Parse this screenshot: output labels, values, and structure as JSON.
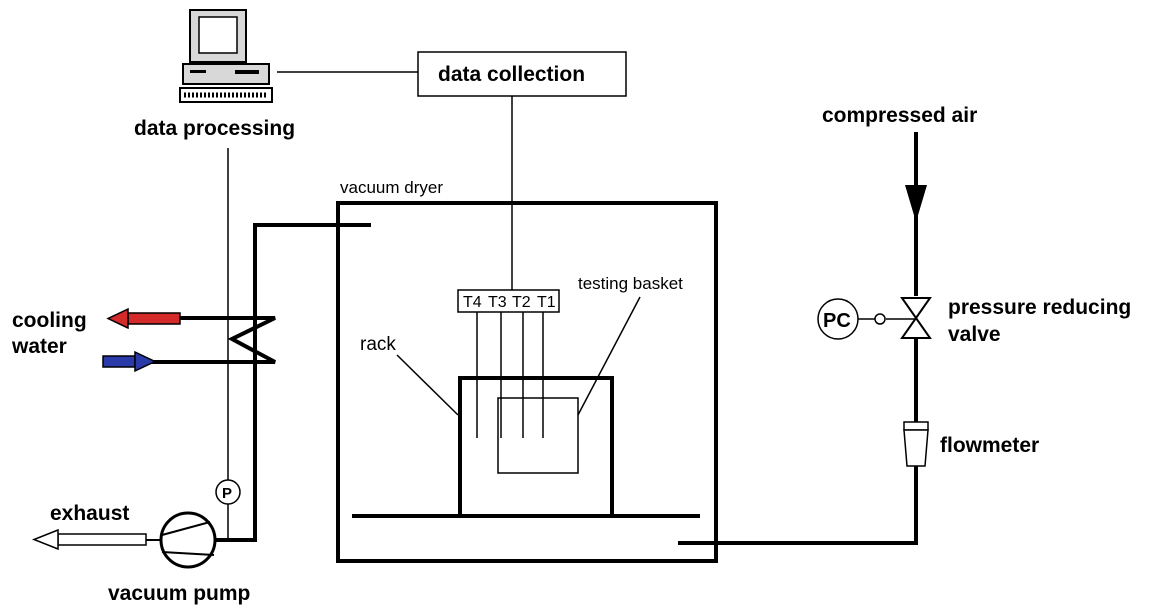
{
  "labels": {
    "data_processing": "data processing",
    "data_collection": "data collection",
    "vacuum_dryer": "vacuum dryer",
    "compressed_air": "compressed air",
    "testing_basket": "testing basket",
    "rack": "rack",
    "cooling": "cooling",
    "water": "water",
    "pressure_reducing": "pressure reducing",
    "valve": "valve",
    "flowmeter": "flowmeter",
    "exhaust": "exhaust",
    "vacuum_pump": "vacuum pump",
    "pc": "PC",
    "p": "P",
    "sensors": [
      "T4",
      "T3",
      "T2",
      "T1"
    ]
  },
  "colors": {
    "hot_water": "#d42a2a",
    "cold_water": "#2a3aa8",
    "line": "#000000",
    "exhaust_arrow": "#ffffff"
  },
  "icons": {
    "computer": "computer-icon",
    "vacuum_pump": "vacuum-pump-icon",
    "condenser": "condenser-coil-icon",
    "valve": "pressure-reducing-valve-icon",
    "flowmeter": "flowmeter-icon"
  }
}
